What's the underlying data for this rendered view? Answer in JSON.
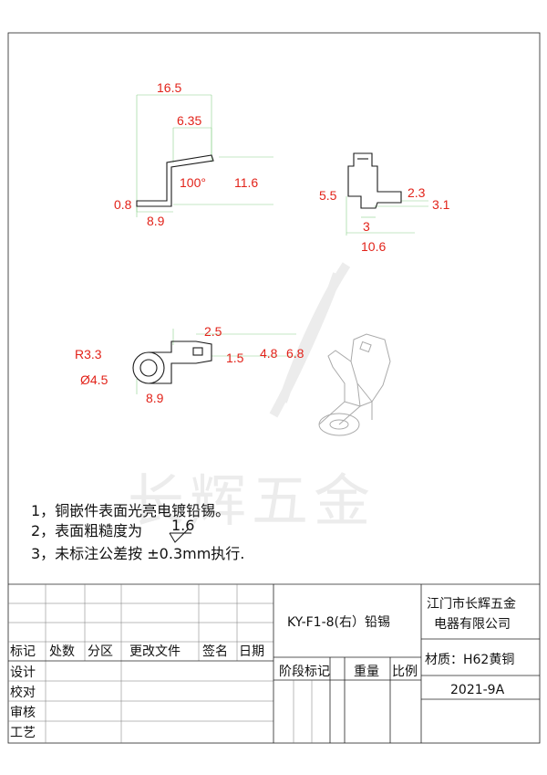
{
  "watermark": "长辉五金",
  "view_top_left": {
    "dims": [
      "16.5",
      "6.35",
      "100°",
      "11.6",
      "0.8",
      "8.9"
    ]
  },
  "view_top_right": {
    "dims": [
      "5.5",
      "2.3",
      "3.1",
      "3",
      "10.6"
    ]
  },
  "view_middle": {
    "dims": [
      "2.5",
      "R3.3",
      "1.5",
      "4.8",
      "6.8",
      "Ø4.5",
      "8.9"
    ]
  },
  "notes": {
    "line1": "1，铜嵌件表面光亮电镀铅锡。",
    "line2": "2，表面粗糙度为",
    "roughness": "1.6",
    "line3": "3，未标注公差按 ±0.3mm执行."
  },
  "title_block": {
    "part_name": "KY-F1-8(右）铅锡",
    "company_line1": "江门市长辉五金",
    "company_line2": "电器有限公司",
    "material": "材质：H62黄铜",
    "date": "2021-9A",
    "headers": [
      "标记",
      "处数",
      "分区",
      "更改文件",
      "签名",
      "日期"
    ],
    "stage_headers": [
      "阶段标记",
      "重量",
      "比例"
    ],
    "rows": [
      "设计",
      "校对",
      "审核",
      "工艺"
    ]
  }
}
